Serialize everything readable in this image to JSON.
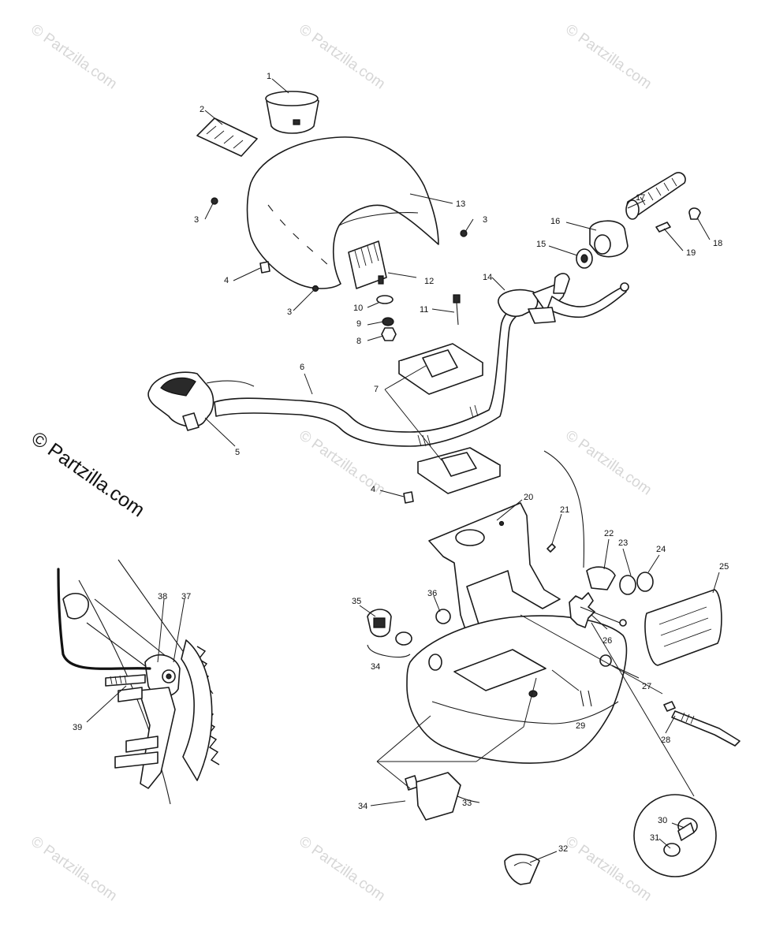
{
  "watermark": {
    "text": "© Partzilla.com",
    "corner_text": "© Partzilla.com"
  },
  "callouts": [
    {
      "num": "1"
    },
    {
      "num": "2"
    },
    {
      "num": "3"
    },
    {
      "num": "3"
    },
    {
      "num": "3"
    },
    {
      "num": "4"
    },
    {
      "num": "4"
    },
    {
      "num": "5"
    },
    {
      "num": "6"
    },
    {
      "num": "7"
    },
    {
      "num": "8"
    },
    {
      "num": "9"
    },
    {
      "num": "10"
    },
    {
      "num": "11"
    },
    {
      "num": "12"
    },
    {
      "num": "13"
    },
    {
      "num": "14"
    },
    {
      "num": "15"
    },
    {
      "num": "16"
    },
    {
      "num": "17"
    },
    {
      "num": "18"
    },
    {
      "num": "19"
    },
    {
      "num": "20"
    },
    {
      "num": "21"
    },
    {
      "num": "22"
    },
    {
      "num": "23"
    },
    {
      "num": "24"
    },
    {
      "num": "25"
    },
    {
      "num": "26"
    },
    {
      "num": "27"
    },
    {
      "num": "28"
    },
    {
      "num": "29"
    },
    {
      "num": "30"
    },
    {
      "num": "31"
    },
    {
      "num": "32"
    },
    {
      "num": "33"
    },
    {
      "num": "34"
    },
    {
      "num": "34"
    },
    {
      "num": "35"
    },
    {
      "num": "36"
    },
    {
      "num": "37"
    },
    {
      "num": "38"
    },
    {
      "num": "39"
    }
  ]
}
